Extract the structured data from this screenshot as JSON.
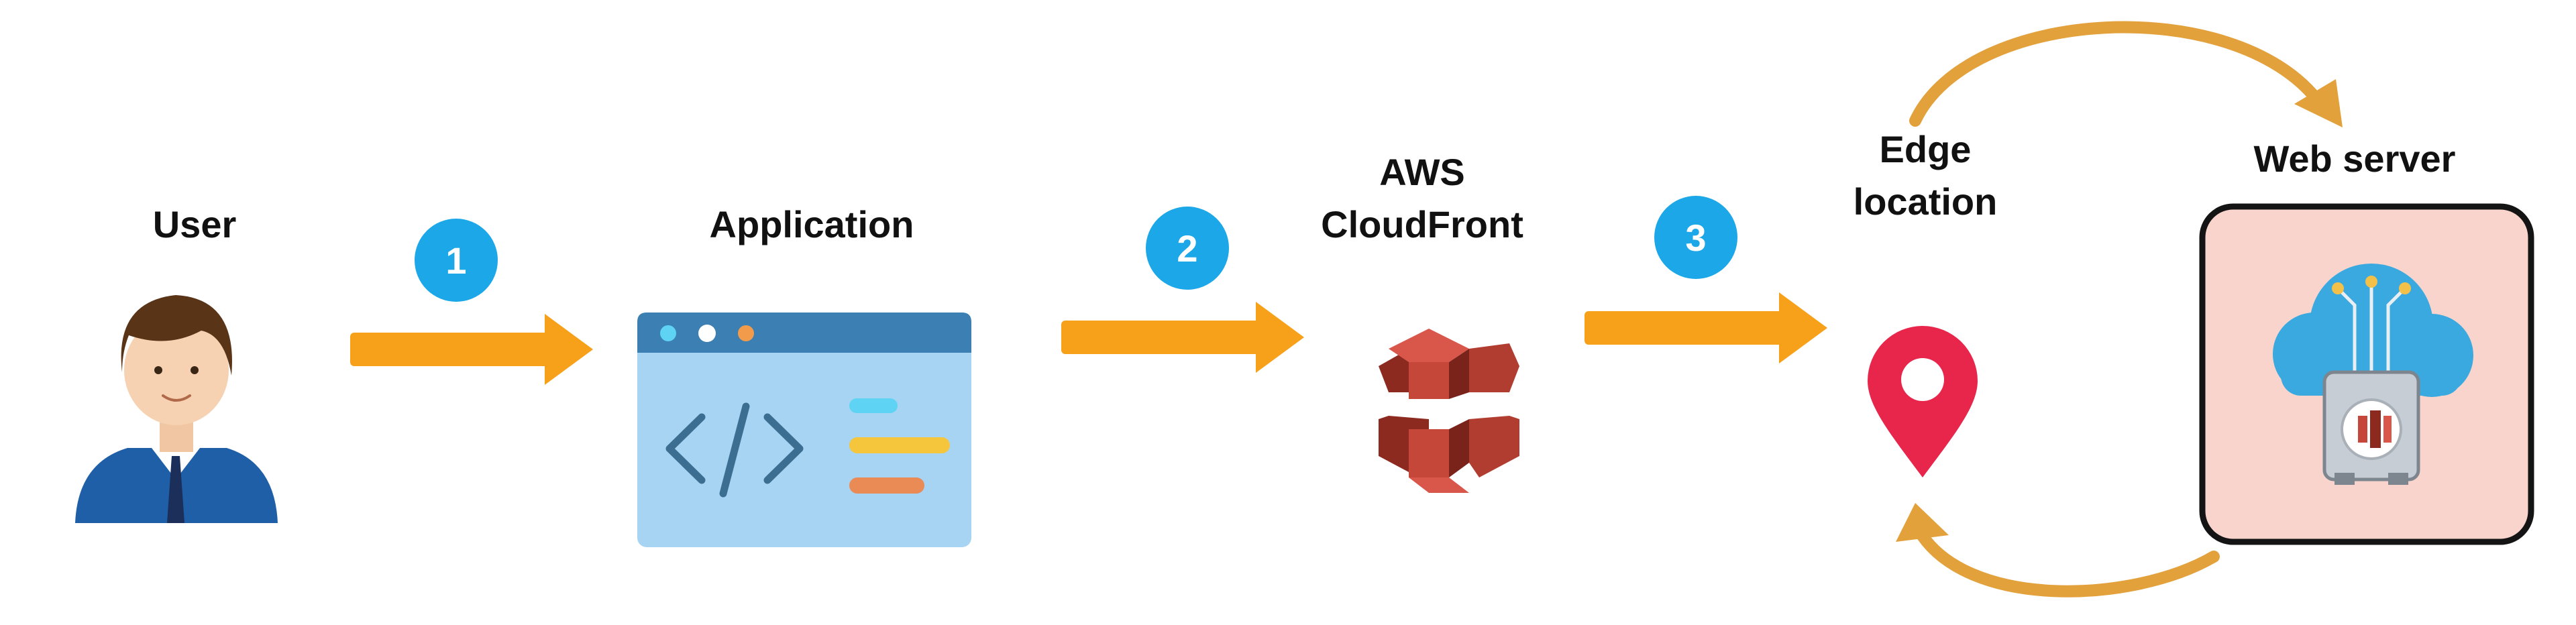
{
  "nodes": {
    "user": {
      "label": "User"
    },
    "application": {
      "label": "Application"
    },
    "cloudfront": {
      "label_line1": "AWS",
      "label_line2": "CloudFront"
    },
    "edge": {
      "label_line1": "Edge",
      "label_line2": "location"
    },
    "webserver": {
      "label": "Web server"
    }
  },
  "steps": [
    "1",
    "2",
    "3"
  ],
  "icons": [
    "user-avatar-icon",
    "application-window-icon",
    "cloudfront-logo-icon",
    "location-pin-icon",
    "cloud-server-icon"
  ],
  "colors": {
    "arrow": "#f7a11a",
    "badge": "#1ca7e8",
    "curve_arrow": "#e3a13c",
    "pin": "#e8254a",
    "cloudfront": "#c5473a",
    "server_card_bg": "#f9d4cc",
    "cloud": "#39a9e0"
  }
}
